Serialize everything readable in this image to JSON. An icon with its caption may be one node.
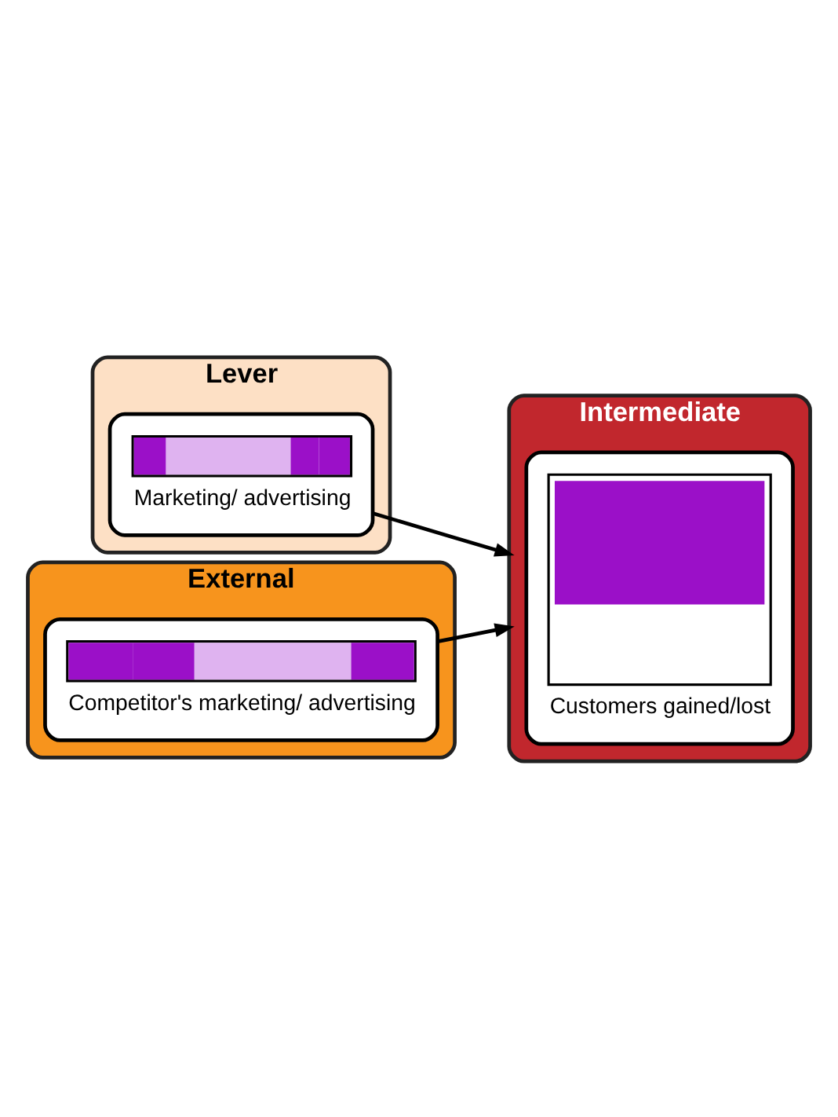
{
  "diagram": {
    "nodes": [
      {
        "text": [
          "Lever"
        ]
      },
      {
        "text": [
          "Marketing/ advertising"
        ],
        "in": 0
      },
      {
        "text": [
          "External"
        ]
      },
      {
        "text": [
          "Competitor's marketing/ advertising"
        ],
        "in": 2
      },
      {
        "text": [
          "Intermediate"
        ]
      },
      {
        "text": [
          "Customers gained/lost"
        ],
        "in": 4
      }
    ],
    "edges": [
      {
        "from": 1,
        "to": 4,
        "arrow": "to"
      },
      {
        "from": 3,
        "to": 4,
        "arrow": "to"
      }
    ]
  }
}
